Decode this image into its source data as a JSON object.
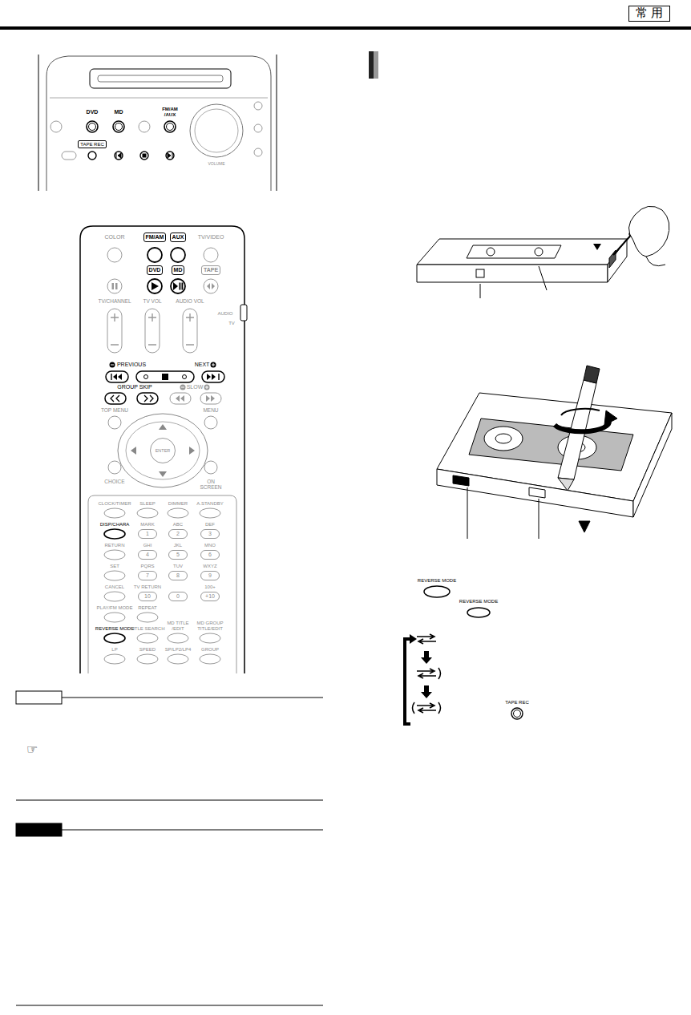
{
  "diagram": {
    "nodes": [
      {
        "text": [
          "常 用"
        ]
      },
      {
        "text": [
          "TAPE REC"
        ]
      },
      {
        "text": [
          "FM/AM"
        ]
      },
      {
        "text": [
          "AUX"
        ]
      },
      {
        "text": [
          "DVD"
        ]
      },
      {
        "text": [
          "MD"
        ]
      },
      {
        "text": [
          "TAPE"
        ]
      },
      {
        "text": [
          "ENTER"
        ]
      },
      {
        "text": [
          "1"
        ]
      },
      {
        "text": [
          "2"
        ]
      },
      {
        "text": [
          "3"
        ]
      },
      {
        "text": [
          "4"
        ]
      },
      {
        "text": [
          "5"
        ]
      },
      {
        "text": [
          "6"
        ]
      },
      {
        "text": [
          "7"
        ]
      },
      {
        "text": [
          "8"
        ]
      },
      {
        "text": [
          "9"
        ]
      },
      {
        "text": [
          "10"
        ]
      },
      {
        "text": [
          "0"
        ]
      },
      {
        "text": [
          "+10"
        ]
      }
    ],
    "labels": [
      "DVD",
      "MD",
      "FM/AM /AUX",
      "VOLUME",
      "COLOR",
      "TV/VIDEO",
      "TV/CHANNEL",
      "TV VOL",
      "AUDIO VOL",
      "AUDIO",
      "TV",
      "PREVIOUS",
      "NEXT",
      "GROUP SKIP",
      "SLOW",
      "TOP MENU",
      "MENU",
      "CHOICE",
      "ON SCREEN",
      "CLOCK/TIMER",
      "SLEEP",
      "DIMMER",
      "A.STANDBY",
      "DISP/CHARA",
      "MARK",
      "ABC",
      "DEF",
      "RETURN",
      "GHI",
      "JKL",
      "MNO",
      "SET",
      "PQRS",
      "TUV",
      "WXYZ",
      "CANCEL",
      "TV RETURN",
      "100+",
      "PLAY/FM MODE",
      "REPEAT",
      "REVERSE MODE",
      "TITLE SEARCH",
      "MD TITLE /EDIT",
      "MD GROUP TITLE/EDIT",
      "LP",
      "SPEED",
      "SP/LP2/LP4",
      "GROUP",
      "☞",
      "REVERSE MODE",
      "REVERSE MODE",
      "TAPE REC"
    ]
  }
}
